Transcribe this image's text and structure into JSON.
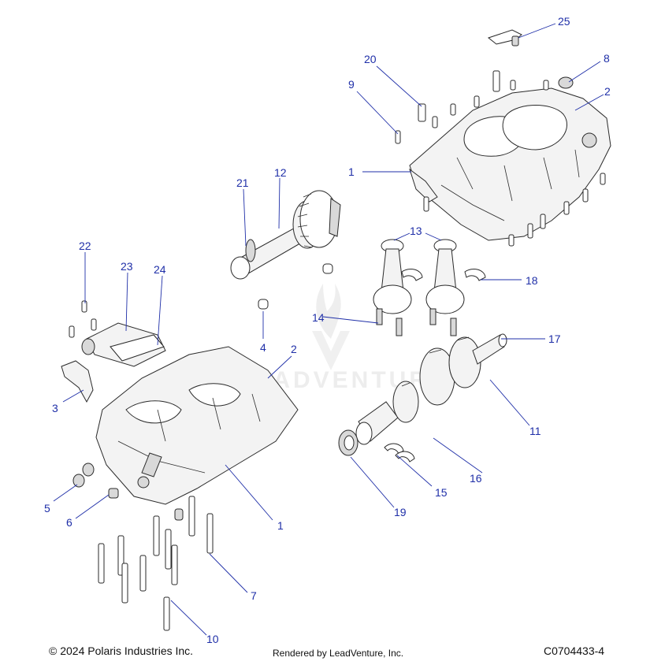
{
  "watermark": {
    "text": "LEADVENTURE",
    "logo_icon": "leadventure-logo-icon"
  },
  "callouts": [
    {
      "id": "c25",
      "label": "25"
    },
    {
      "id": "c20",
      "label": "20"
    },
    {
      "id": "c8",
      "label": "8"
    },
    {
      "id": "c9",
      "label": "9"
    },
    {
      "id": "c2a",
      "label": "2"
    },
    {
      "id": "c1a",
      "label": "1"
    },
    {
      "id": "c21",
      "label": "21"
    },
    {
      "id": "c12",
      "label": "12"
    },
    {
      "id": "c13",
      "label": "13"
    },
    {
      "id": "c22",
      "label": "22"
    },
    {
      "id": "c23",
      "label": "23"
    },
    {
      "id": "c24",
      "label": "24"
    },
    {
      "id": "c18",
      "label": "18"
    },
    {
      "id": "c14",
      "label": "14"
    },
    {
      "id": "c17",
      "label": "17"
    },
    {
      "id": "c4",
      "label": "4"
    },
    {
      "id": "c2b",
      "label": "2"
    },
    {
      "id": "c3",
      "label": "3"
    },
    {
      "id": "c11",
      "label": "11"
    },
    {
      "id": "c16",
      "label": "16"
    },
    {
      "id": "c15",
      "label": "15"
    },
    {
      "id": "c5",
      "label": "5"
    },
    {
      "id": "c6",
      "label": "6"
    },
    {
      "id": "c19",
      "label": "19"
    },
    {
      "id": "c1b",
      "label": "1"
    },
    {
      "id": "c7",
      "label": "7"
    },
    {
      "id": "c10",
      "label": "10"
    }
  ],
  "footer": {
    "copyright": "© 2024 Polaris Industries Inc.",
    "rendered_by": "Rendered by LeadVenture, Inc.",
    "drawing_id": "C0704433-4"
  }
}
